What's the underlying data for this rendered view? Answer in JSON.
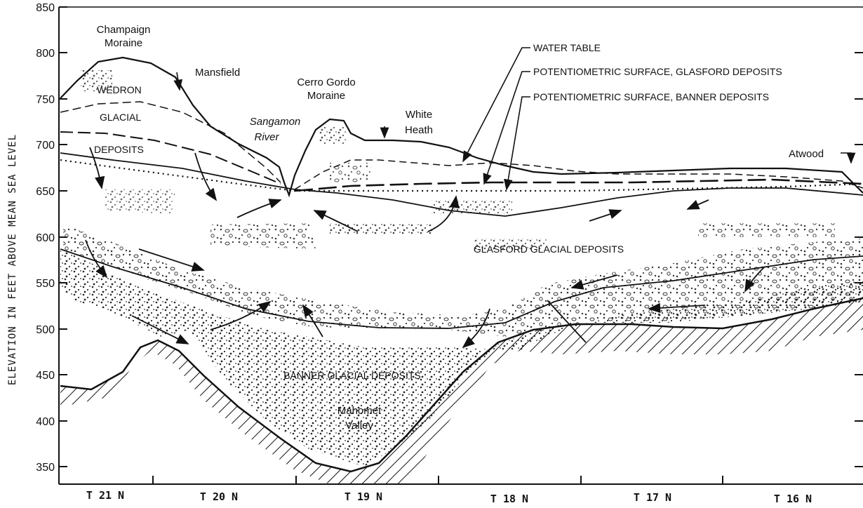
{
  "axis": {
    "ylabel": "ELEVATION IN FEET ABOVE MEAN SEA LEVEL",
    "yticks": [
      "850",
      "800",
      "750",
      "700",
      "650",
      "600",
      "550",
      "500",
      "450",
      "400",
      "350"
    ],
    "xticks": [
      "T 21 N",
      "T 20 N",
      "T 19 N",
      "T 18 N",
      "T 17 N",
      "T 16 N"
    ]
  },
  "labels": {
    "champaign_1": "Champaign",
    "champaign_2": "Moraine",
    "mansfield": "Mansfield",
    "wedron": "WEDRON",
    "glacial": "GLACIAL",
    "deposits": "DEPOSITS",
    "cerro_1": "Cerro Gordo",
    "cerro_2": "Moraine",
    "sangamon_1": "Sangamon",
    "sangamon_2": "River",
    "white_1": "White",
    "white_2": "Heath",
    "atwood": "Atwood",
    "water_table": "WATER TABLE",
    "pot_glasford": "POTENTIOMETRIC SURFACE, GLASFORD DEPOSITS",
    "pot_banner": "POTENTIOMETRIC SURFACE, BANNER DEPOSITS",
    "glasford_deposits": "GLASFORD GLACIAL DEPOSITS",
    "banner_deposits": "BANNER GLACIAL DEPOSITS",
    "mahomet_1": "Mahomet",
    "mahomet_2": "Valley"
  }
}
